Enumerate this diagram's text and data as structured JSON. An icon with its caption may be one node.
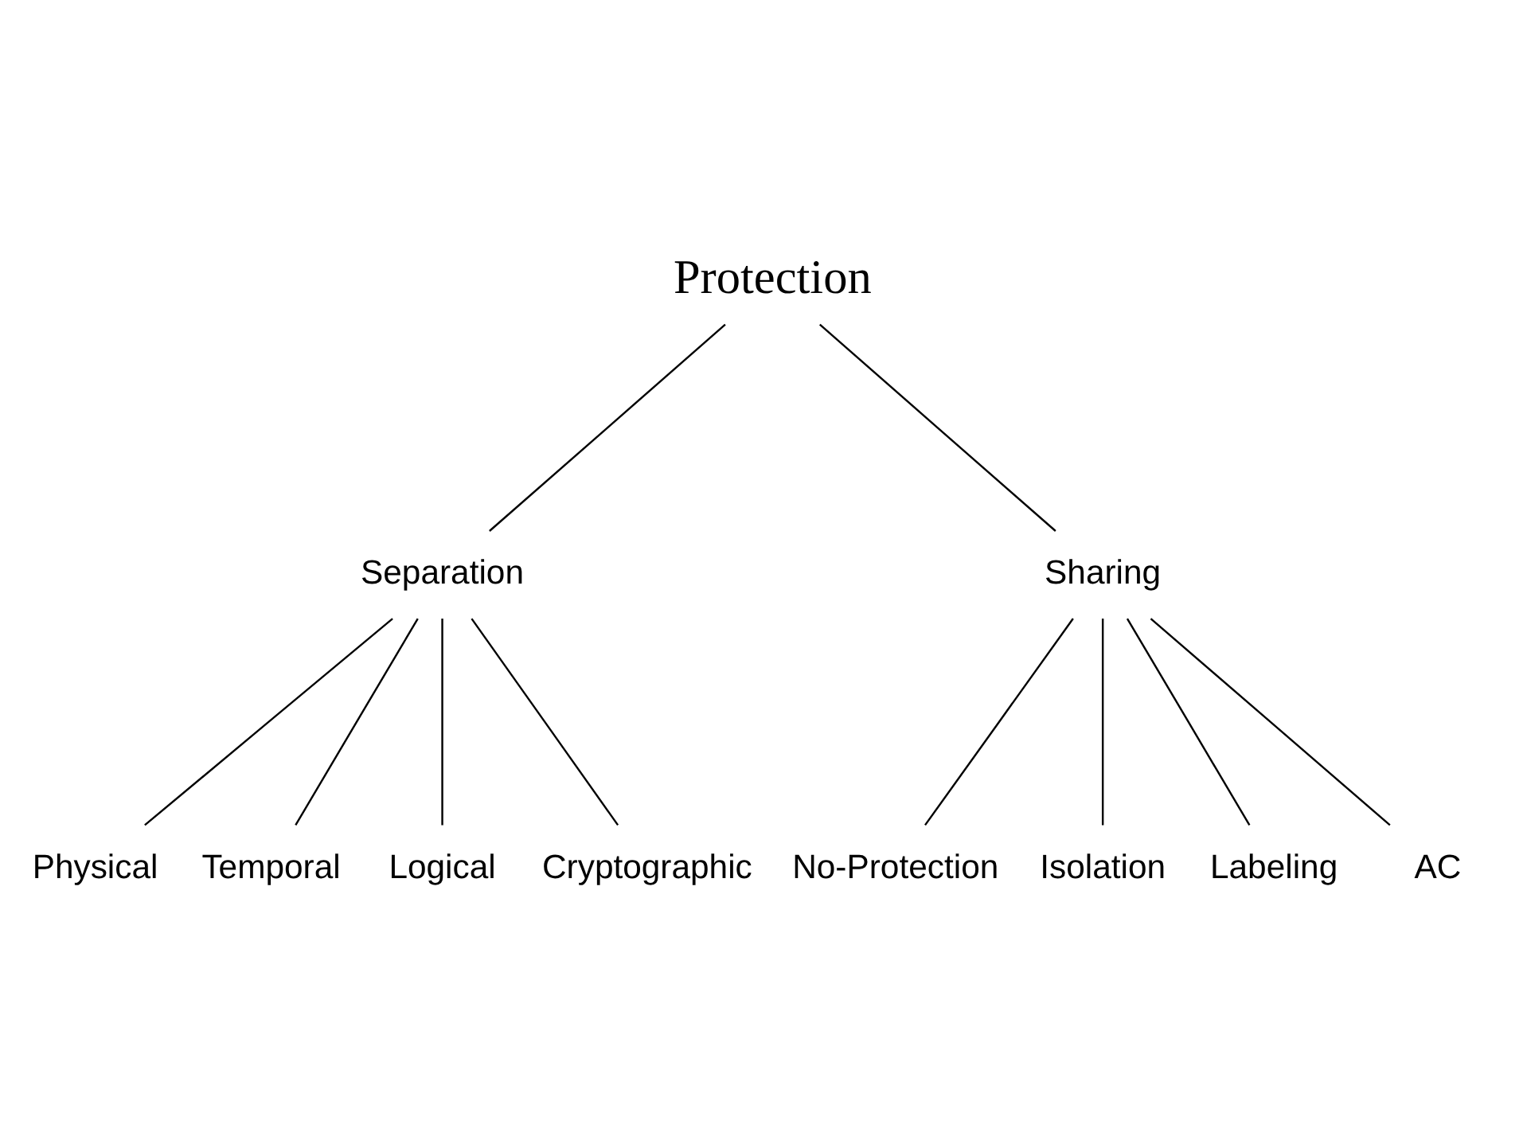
{
  "diagram": {
    "nodes": [
      {
        "text": [
          "Protection"
        ]
      },
      {
        "text": [
          "Separation"
        ]
      },
      {
        "text": [
          "Sharing"
        ]
      },
      {
        "text": [
          "Physical"
        ]
      },
      {
        "text": [
          "Temporal"
        ]
      },
      {
        "text": [
          "Logical"
        ]
      },
      {
        "text": [
          "Cryptographic"
        ]
      },
      {
        "text": [
          "No-Protection"
        ]
      },
      {
        "text": [
          "Isolation"
        ]
      },
      {
        "text": [
          "Labeling"
        ]
      },
      {
        "text": [
          "AC"
        ]
      }
    ],
    "edges": [
      {
        "from": 0,
        "to": 1,
        "arrow": "none"
      },
      {
        "from": 0,
        "to": 2,
        "arrow": "none"
      },
      {
        "from": 1,
        "to": 3,
        "arrow": "none"
      },
      {
        "from": 1,
        "to": 4,
        "arrow": "none"
      },
      {
        "from": 1,
        "to": 5,
        "arrow": "none"
      },
      {
        "from": 1,
        "to": 6,
        "arrow": "none"
      },
      {
        "from": 2,
        "to": 7,
        "arrow": "none"
      },
      {
        "from": 2,
        "to": 8,
        "arrow": "none"
      },
      {
        "from": 2,
        "to": 9,
        "arrow": "none"
      },
      {
        "from": 2,
        "to": 10,
        "arrow": "none"
      }
    ]
  }
}
